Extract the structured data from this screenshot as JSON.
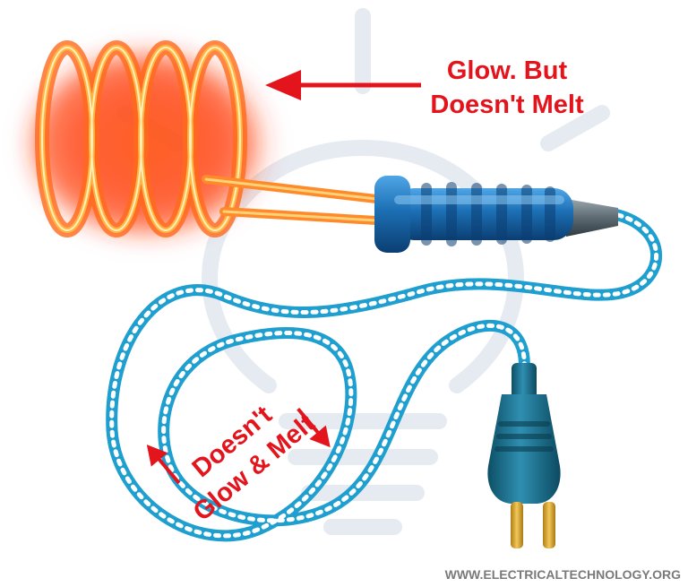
{
  "labels": {
    "coil_label_line1": "Glow. But",
    "coil_label_line2": "Doesn't Melt",
    "cord_label_line1": "Doesn't",
    "cord_label_line2": "Glow & Melt"
  },
  "watermark": "WWW.ELECTRICALTECHNOLOGY.ORG",
  "icons": {
    "background": "lightbulb-icon",
    "coil": "heating-coil-icon",
    "handle": "insulated-handle-icon",
    "cord": "braided-cord-icon",
    "plug": "two-pin-plug-icon"
  },
  "colors": {
    "label": "#e3141c",
    "cord_blue": "#1f9fd0",
    "handle_blue": "#1c6fb4",
    "coil_glow": "#ff5a14",
    "coil_core": "#ffb545",
    "pins": "#d9a52e"
  }
}
